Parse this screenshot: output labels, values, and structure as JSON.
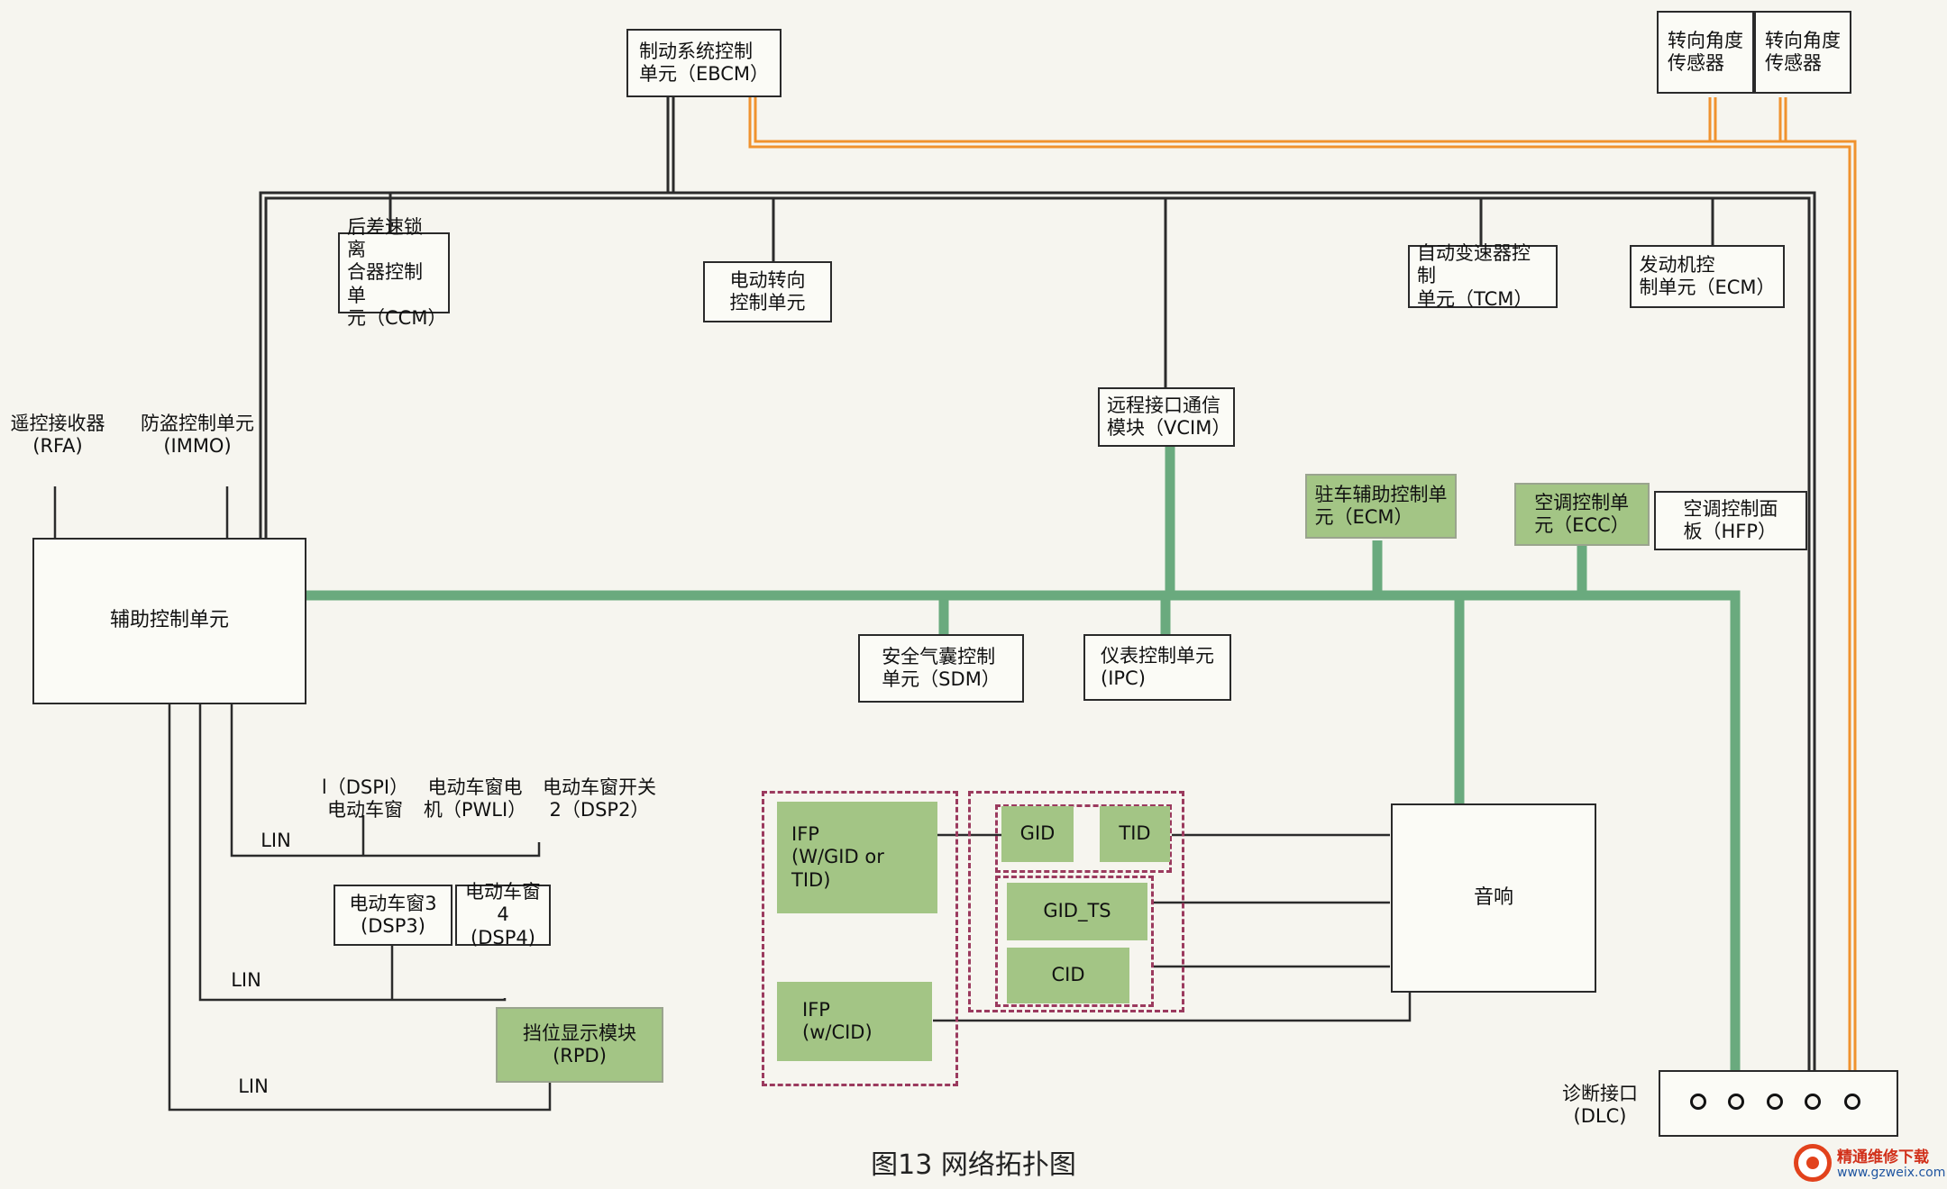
{
  "nodes": {
    "ebcm": "制动系统控制\n单元（EBCM）",
    "steer1": "转向角度\n传感器",
    "steer2": "转向角度\n传感器",
    "ccm": "后差速锁离\n合器控制单\n元（CCM）",
    "eps": "电动转向\n控制单元",
    "tcm": "自动变速器控制\n单元（TCM）",
    "ecm": "发动机控\n制单元（ECM）",
    "rfa": "遥控接收器\n(RFA)",
    "immo": "防盗控制单元\n(IMMO)",
    "vcim": "远程接口通信\n模块（VCIM）",
    "park": "驻车辅助控制单\n元（ECM）",
    "ecc": "空调控制单\n元（ECC）",
    "hfp": "空调控制面\n板（HFP）",
    "bcm": "辅助控制单元",
    "sdm": "安全气囊控制\n单元（SDM）",
    "ipc": "仪表控制单元\n(IPC)",
    "dspi": "l（DSPI）\n电动车窗",
    "pwli": "电动车窗电\n机（PWLI）",
    "dsp2": "电动车窗开关\n2（DSP2）",
    "dsp3": "电动车窗3\n(DSP3)",
    "dsp4": "电动车窗4\n(DSP4)",
    "rpd": "挡位显示模块\n(RPD)",
    "ifp1": "IFP\n(W/GID or\nTID)",
    "gid": "GID",
    "tid": "TID",
    "gidts": "GID_TS",
    "cid": "CID",
    "ifp2": "IFP\n(w/CID)",
    "audio": "音响",
    "dlc": "诊断接口\n(DLC)"
  },
  "lin_labels": [
    "LIN",
    "LIN",
    "LIN"
  ],
  "caption": "图13   网络拓扑图",
  "watermark": {
    "top": "精通维修下载",
    "bottom": "www.gzweix.com"
  },
  "colors": {
    "hs_can": "#2b2b2b",
    "ls_can": "#6aaa7e",
    "chassis": "#f0922e",
    "module_green": "#a3c585",
    "dashed": "#9b3a5e"
  }
}
